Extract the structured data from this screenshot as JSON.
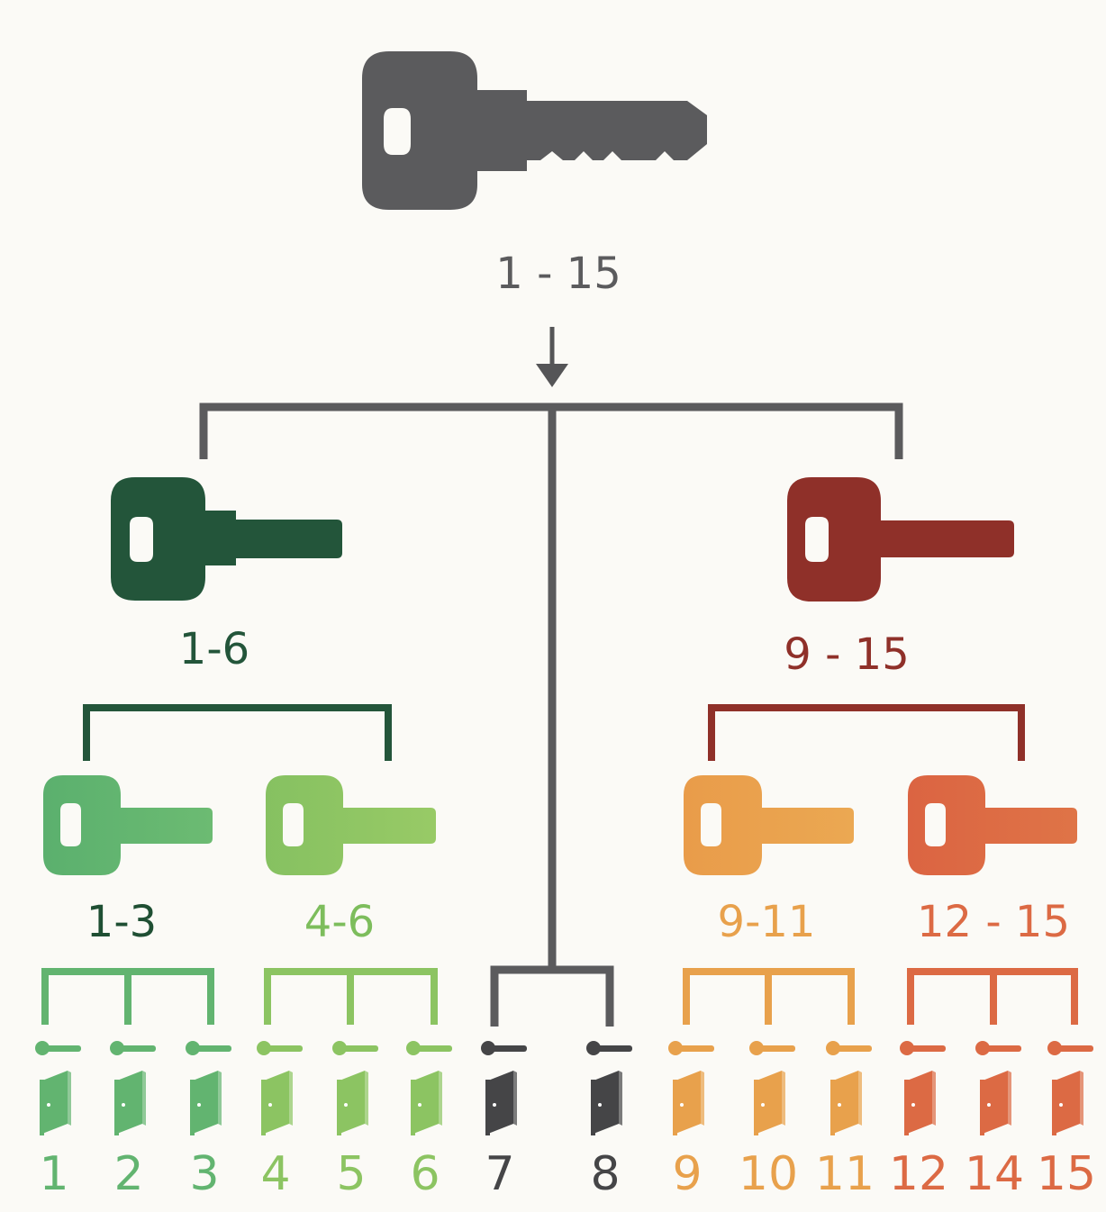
{
  "colors": {
    "background": "#fbfaf6",
    "master": "#5b5b5d",
    "group_a": "#23553a",
    "group_b": "#8f3029",
    "sub_a1": "#62b470",
    "sub_a2": "#8cc462",
    "sub_b1": "#e8a14c",
    "sub_b2": "#dc6a44",
    "dark_text_a1": "#1f4f33"
  },
  "master_key": {
    "icon": "key-icon",
    "label": "1 - 15"
  },
  "group_keys": [
    {
      "id": "a",
      "icon": "key-icon",
      "label": "1-6"
    },
    {
      "id": "b",
      "icon": "key-icon",
      "label": "9 - 15"
    }
  ],
  "sub_keys": [
    {
      "id": "a1",
      "icon": "key-icon",
      "label": "1-3"
    },
    {
      "id": "a2",
      "icon": "key-icon",
      "label": "4-6"
    },
    {
      "id": "b1",
      "icon": "key-icon",
      "label": "9-11"
    },
    {
      "id": "b2",
      "icon": "key-icon",
      "label": "12 - 15"
    }
  ],
  "doors": [
    {
      "label": "1",
      "group": "a1",
      "icon": "door-icon",
      "handle_icon": "door-handle-icon"
    },
    {
      "label": "2",
      "group": "a1",
      "icon": "door-icon",
      "handle_icon": "door-handle-icon"
    },
    {
      "label": "3",
      "group": "a1",
      "icon": "door-icon",
      "handle_icon": "door-handle-icon"
    },
    {
      "label": "4",
      "group": "a2",
      "icon": "door-icon",
      "handle_icon": "door-handle-icon"
    },
    {
      "label": "5",
      "group": "a2",
      "icon": "door-icon",
      "handle_icon": "door-handle-icon"
    },
    {
      "label": "6",
      "group": "a2",
      "icon": "door-icon",
      "handle_icon": "door-handle-icon"
    },
    {
      "label": "7",
      "group": "master",
      "icon": "door-icon",
      "handle_icon": "door-handle-icon"
    },
    {
      "label": "8",
      "group": "master",
      "icon": "door-icon",
      "handle_icon": "door-handle-icon"
    },
    {
      "label": "9",
      "group": "b1",
      "icon": "door-icon",
      "handle_icon": "door-handle-icon"
    },
    {
      "label": "10",
      "group": "b1",
      "icon": "door-icon",
      "handle_icon": "door-handle-icon"
    },
    {
      "label": "11",
      "group": "b1",
      "icon": "door-icon",
      "handle_icon": "door-handle-icon"
    },
    {
      "label": "12",
      "group": "b2",
      "icon": "door-icon",
      "handle_icon": "door-handle-icon"
    },
    {
      "label": "14",
      "group": "b2",
      "icon": "door-icon",
      "handle_icon": "door-handle-icon"
    },
    {
      "label": "15",
      "group": "b2",
      "icon": "door-icon",
      "handle_icon": "door-handle-icon"
    }
  ]
}
